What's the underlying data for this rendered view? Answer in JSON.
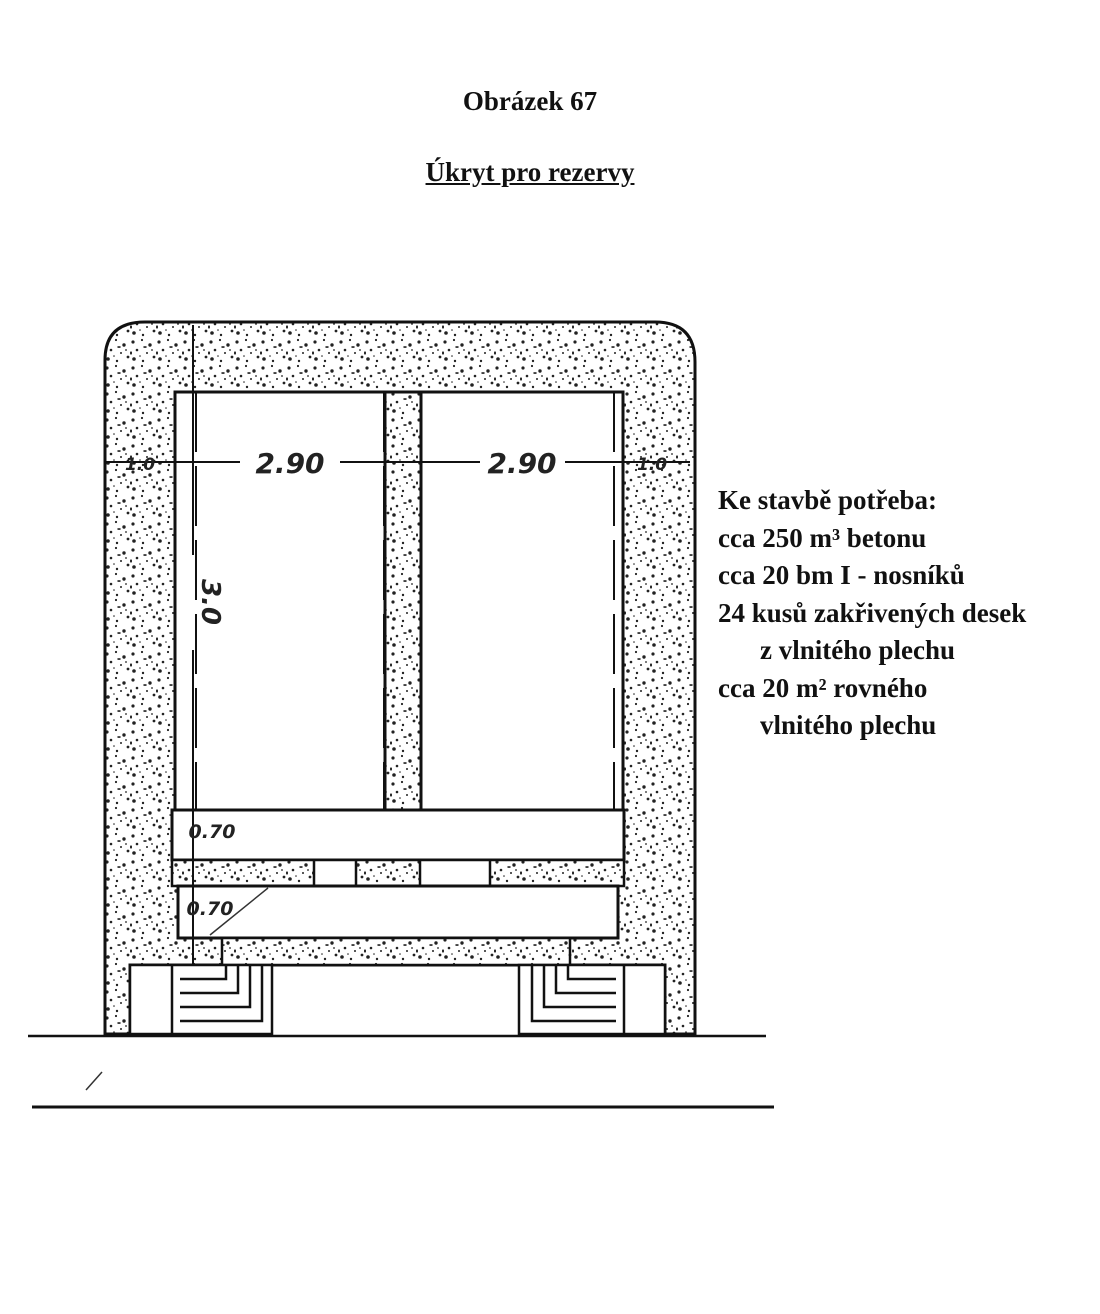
{
  "figure": {
    "title": "Obrázek 67",
    "subtitle": "Úkryt pro rezervy"
  },
  "dimensions": {
    "wall_left": "1.0",
    "room_left_width": "2.90",
    "room_right_width": "2.90",
    "wall_right": "1.0",
    "room_height": "3.0",
    "floor_1": "0.70",
    "floor_2": "0.70"
  },
  "materials": {
    "heading": "Ke stavbě potřeba:",
    "lines": [
      "cca 250 m³ betonu",
      "cca 20 bm I - nosníků",
      "24 kusů zakřivených desek",
      "z vlnitého plechu",
      "cca 20 m² rovného",
      "vlnitého plechu"
    ]
  },
  "colors": {
    "ink": "#111111",
    "paper": "#ffffff"
  }
}
